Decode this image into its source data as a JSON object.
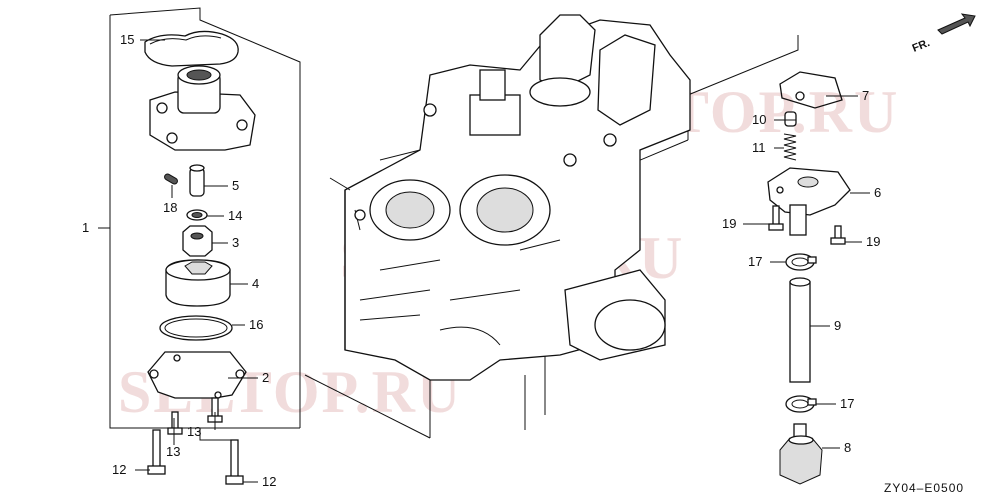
{
  "watermark": "SELTOP.RU",
  "diagram_code": "ZY04–E0500",
  "direction_label": "FR.",
  "callouts": {
    "c1": "1",
    "c2": "2",
    "c3": "3",
    "c4": "4",
    "c5": "5",
    "c6": "6",
    "c7": "7",
    "c8": "8",
    "c9": "9",
    "c10": "10",
    "c11": "11",
    "c12a": "12",
    "c12b": "12",
    "c13a": "13",
    "c13b": "13",
    "c14": "14",
    "c15": "15",
    "c16": "16",
    "c17a": "17",
    "c17b": "17",
    "c18": "18",
    "c19a": "19",
    "c19b": "19"
  }
}
